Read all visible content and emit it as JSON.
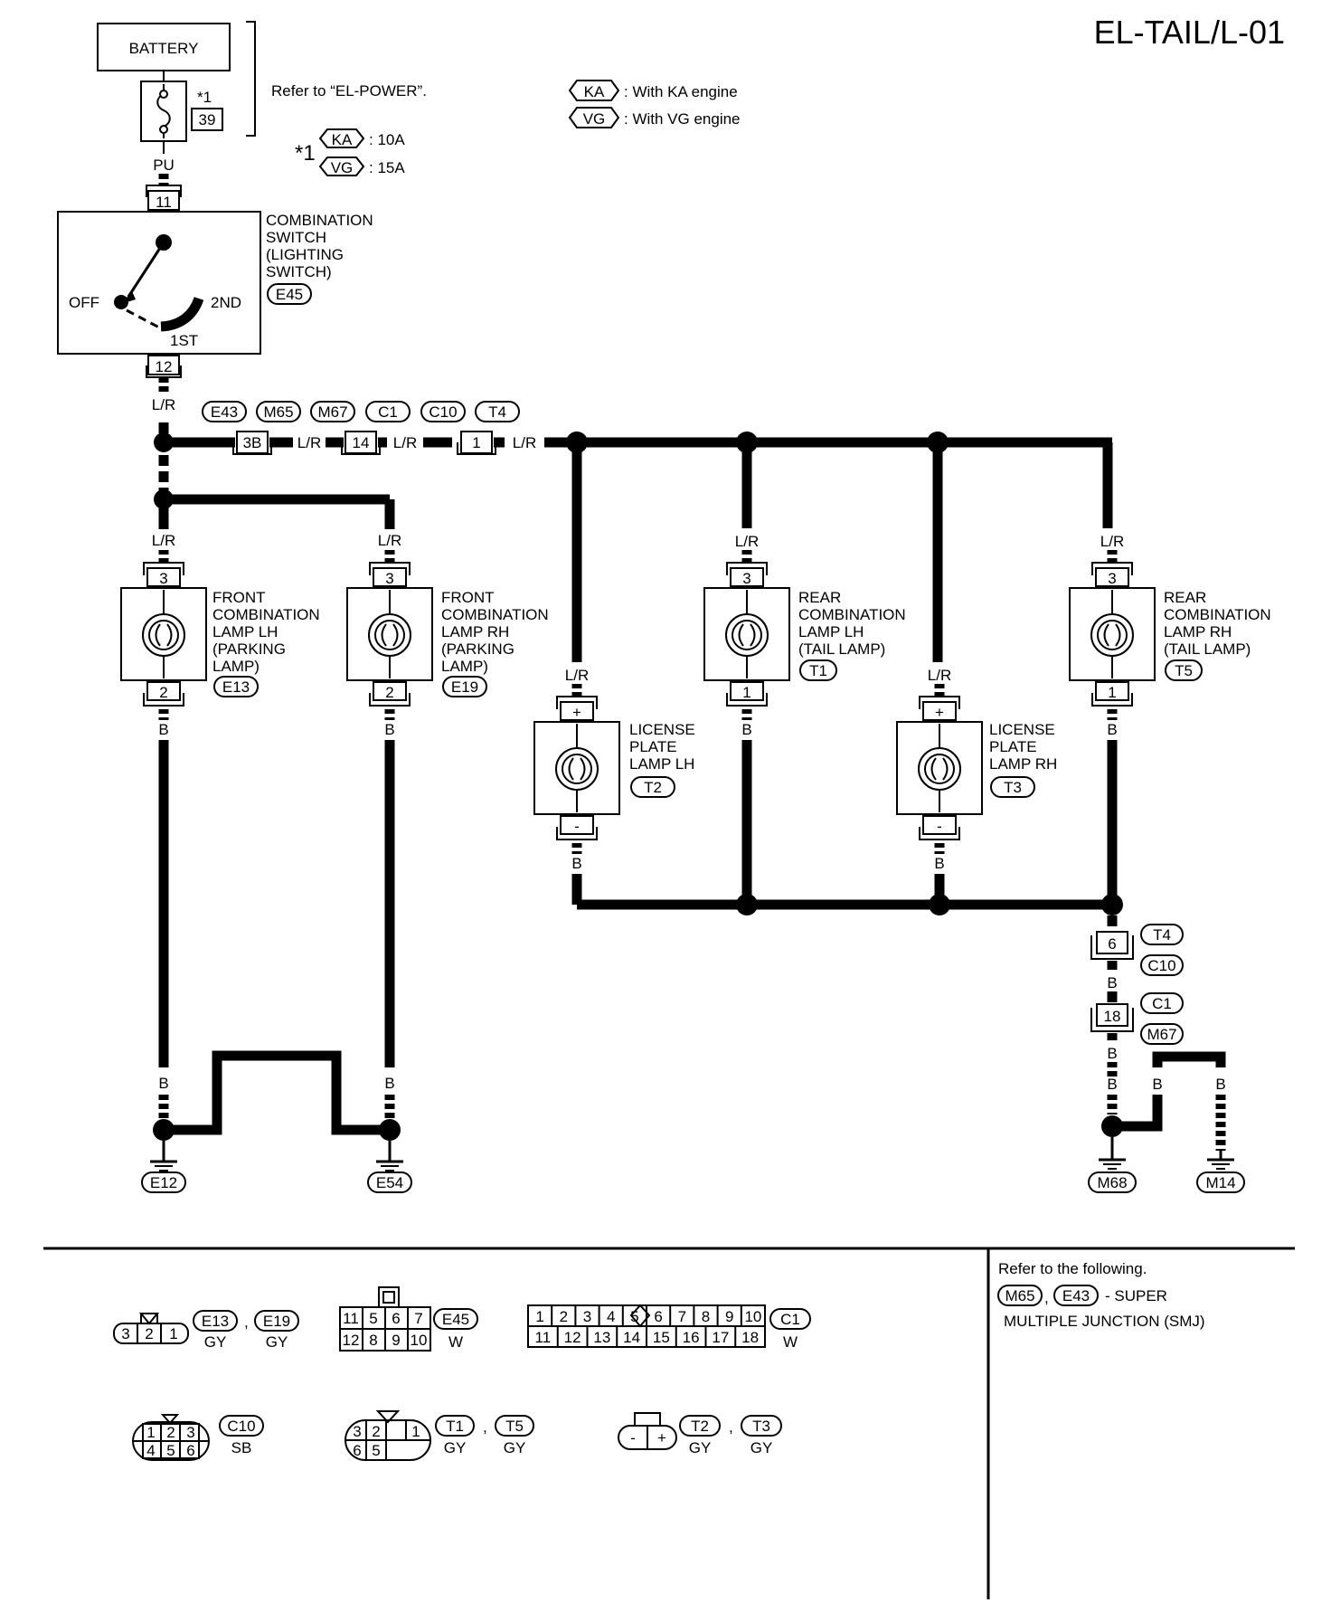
{
  "page_title": "EL-TAIL/L-01",
  "power": {
    "battery": "BATTERY",
    "fuse_note": "*1",
    "fuse_no": "39",
    "refer": "Refer to “EL-POWER”.",
    "star_note": "*1",
    "ka_amp": ": 10A",
    "vg_amp": ": 15A",
    "ka": "KA",
    "vg": "VG"
  },
  "legend": {
    "ka": "KA",
    "ka_text": ": With KA engine",
    "vg": "VG",
    "vg_text": ": With VG engine"
  },
  "wire_colors": {
    "pu": "PU",
    "lr": "L/R",
    "b": "B"
  },
  "switch": {
    "pin_in": "11",
    "pin_out": "12",
    "name": [
      "COMBINATION",
      "SWITCH",
      "(LIGHTING",
      "SWITCH)"
    ],
    "conn": "E45",
    "off": "OFF",
    "first": "1ST",
    "second": "2ND"
  },
  "junction": {
    "conns": [
      "E43",
      "M65",
      "M67",
      "C1",
      "C10",
      "T4"
    ],
    "pins": [
      "3B",
      "14",
      "1"
    ]
  },
  "lamps": {
    "front_lh": {
      "name": [
        "FRONT",
        "COMBINATION",
        "LAMP LH",
        "(PARKING",
        "LAMP)"
      ],
      "conn": "E13",
      "pin_top": "3",
      "pin_bot": "2"
    },
    "front_rh": {
      "name": [
        "FRONT",
        "COMBINATION",
        "LAMP RH",
        "(PARKING",
        "LAMP)"
      ],
      "conn": "E19",
      "pin_top": "3",
      "pin_bot": "2"
    },
    "rear_lh": {
      "name": [
        "REAR",
        "COMBINATION",
        "LAMP LH",
        "(TAIL LAMP)"
      ],
      "conn": "T1",
      "pin_top": "3",
      "pin_bot": "1"
    },
    "rear_rh": {
      "name": [
        "REAR",
        "COMBINATION",
        "LAMP RH",
        "(TAIL LAMP)"
      ],
      "conn": "T5",
      "pin_top": "3",
      "pin_bot": "1"
    },
    "lic_lh": {
      "name": [
        "LICENSE",
        "PLATE",
        "LAMP LH"
      ],
      "conn": "T2",
      "pin_top": "+",
      "pin_bot": "-"
    },
    "lic_rh": {
      "name": [
        "LICENSE",
        "PLATE",
        "LAMP RH"
      ],
      "conn": "T3",
      "pin_top": "+",
      "pin_bot": "-"
    }
  },
  "ground_side": {
    "pin6": "6",
    "c6a": "T4",
    "c6b": "C10",
    "pin18": "18",
    "c18a": "C1",
    "c18b": "M67"
  },
  "grounds": [
    "E12",
    "E54",
    "M68",
    "M14"
  ],
  "connector_views": {
    "e13_e19": {
      "pins": [
        "3",
        "2",
        "1"
      ],
      "c1": "E13",
      "col1": "GY",
      "c2": "E19",
      "col2": "GY"
    },
    "e45": {
      "row1": [
        "11",
        "5",
        "6",
        "7"
      ],
      "row2": [
        "12",
        "8",
        "9",
        "10"
      ],
      "c": "E45",
      "col": "W"
    },
    "c1": {
      "row1": [
        "1",
        "2",
        "3",
        "4",
        "5",
        "6",
        "7",
        "8",
        "9",
        "10"
      ],
      "row2": [
        "11",
        "12",
        "13",
        "14",
        "15",
        "16",
        "17",
        "18"
      ],
      "c": "C1",
      "col": "W"
    },
    "c10": {
      "row1": [
        "1",
        "2",
        "3"
      ],
      "row2": [
        "4",
        "5",
        "6"
      ],
      "c": "C10",
      "col": "SB"
    },
    "t1_t5": {
      "row1": [
        "3",
        "2",
        "1"
      ],
      "row2": [
        "6",
        "5"
      ],
      "c1": "T1",
      "col1": "GY",
      "c2": "T5",
      "col2": "GY"
    },
    "t2_t3": {
      "pins": [
        "-",
        "+"
      ],
      "c1": "T2",
      "col1": "GY",
      "c2": "T3",
      "col2": "GY"
    }
  },
  "refer_note": {
    "line1": "Refer to the following.",
    "c1": "M65",
    "c2": "E43",
    "tail": "- SUPER",
    "line3": "MULTIPLE JUNCTION (SMJ)"
  }
}
